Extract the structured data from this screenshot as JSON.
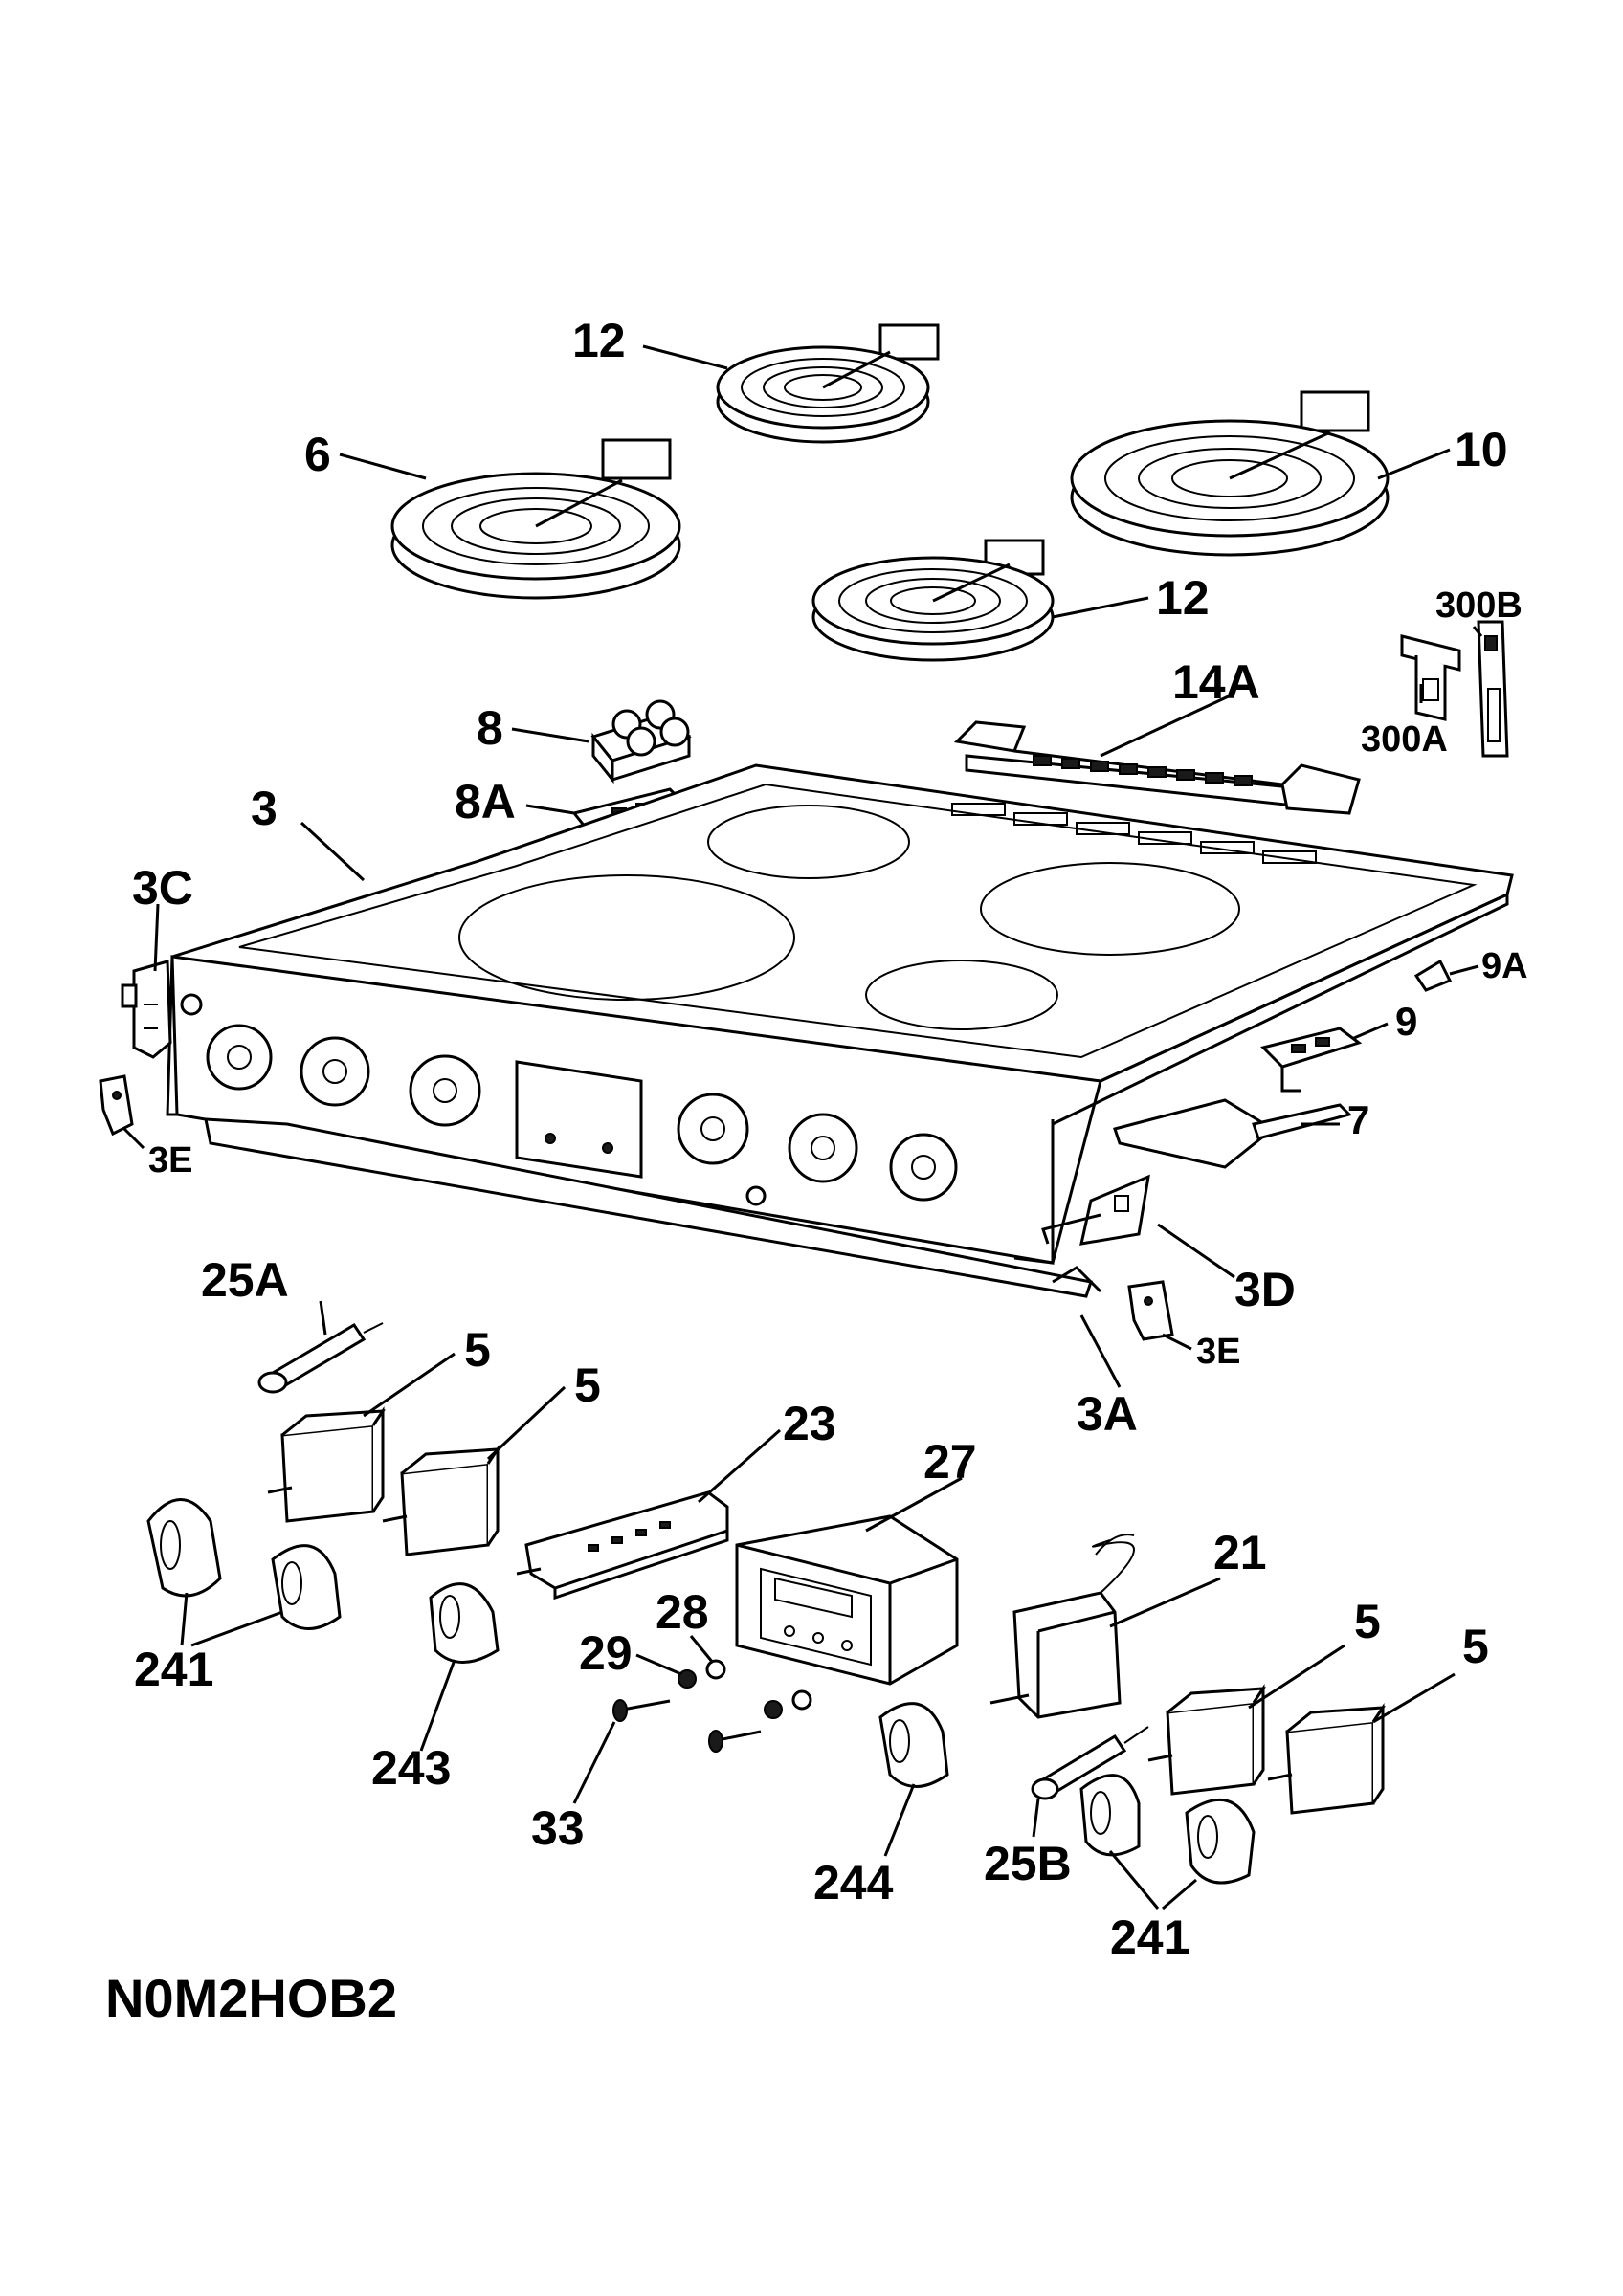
{
  "diagram": {
    "code": "N0M2HOB2",
    "labels": {
      "l12a": "12",
      "l6": "6",
      "l10": "10",
      "l12b": "12",
      "l300b": "300B",
      "l14a": "14A",
      "l8": "8",
      "l300a": "300A",
      "l8a": "8A",
      "l3": "3",
      "l3c": "3C",
      "l9a": "9A",
      "l9": "9",
      "l7": "7",
      "l3e_left": "3E",
      "l3d": "3D",
      "l25a": "25A",
      "l3e_right": "3E",
      "l5a": "5",
      "l5b": "5",
      "l3a": "3A",
      "l23": "23",
      "l27": "27",
      "l21": "21",
      "l5c": "5",
      "l5d": "5",
      "l28": "28",
      "l29": "29",
      "l241a": "241",
      "l243": "243",
      "l33": "33",
      "l244": "244",
      "l25b": "25B",
      "l241b": "241"
    }
  }
}
